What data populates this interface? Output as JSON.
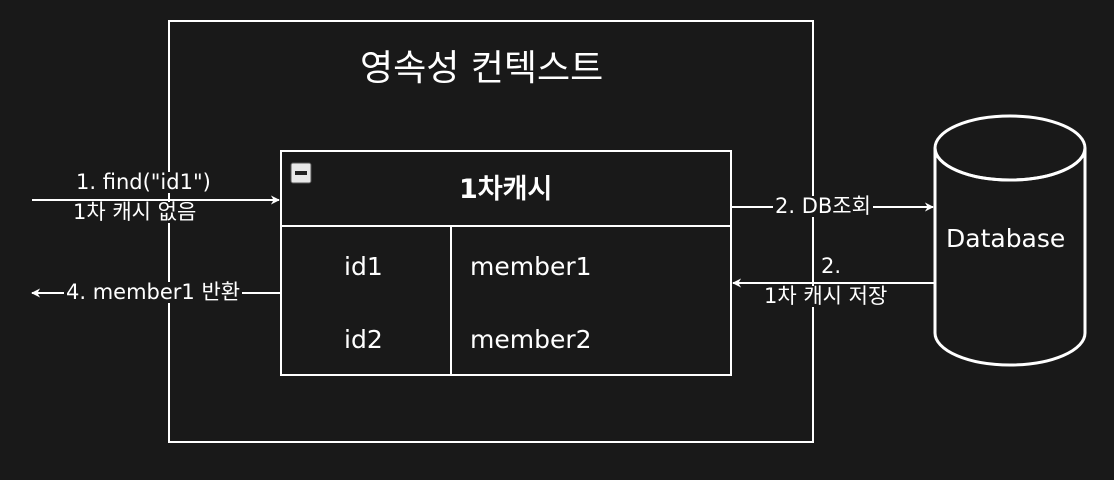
{
  "colors": {
    "background": "#191919",
    "stroke": "#ffffff",
    "text": "#ffffff",
    "collapse_icon_fill": "#e8e8e8"
  },
  "context": {
    "title": "영속성 컨텍스트"
  },
  "cache": {
    "title": "1차캐시",
    "rows": [
      {
        "key": "id1",
        "value": "member1"
      },
      {
        "key": "id2",
        "value": "member2"
      }
    ]
  },
  "database": {
    "label": "Database"
  },
  "arrows": {
    "find": {
      "line1": "1. find(\"id1\")",
      "line2": "1차 캐시 없음"
    },
    "db_query": {
      "label": "2. DB조회"
    },
    "save": {
      "line1": "2.",
      "line2": "1차 캐시 저장"
    },
    "return": {
      "label": "4. member1 반환"
    }
  }
}
